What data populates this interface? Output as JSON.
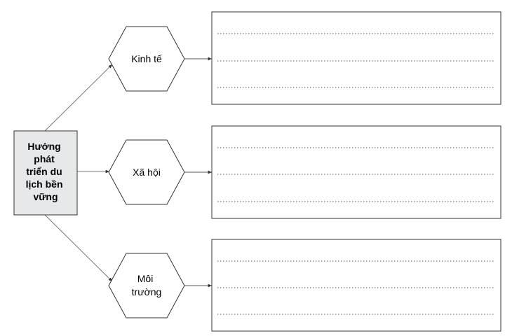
{
  "center": {
    "lines": [
      "Hướng",
      "phát",
      "triển du",
      "lịch bền",
      "vững"
    ]
  },
  "branches": [
    {
      "lines": [
        "Kinh tế"
      ],
      "answer_lines": 3
    },
    {
      "lines": [
        "Xã hội"
      ],
      "answer_lines": 3
    },
    {
      "lines": [
        "Môi",
        "trường"
      ],
      "answer_lines": 3
    }
  ],
  "colors": {
    "center_fill": "#e7e8ea",
    "stroke": "#333333",
    "arrow": "#555555",
    "dots": "#555555"
  }
}
